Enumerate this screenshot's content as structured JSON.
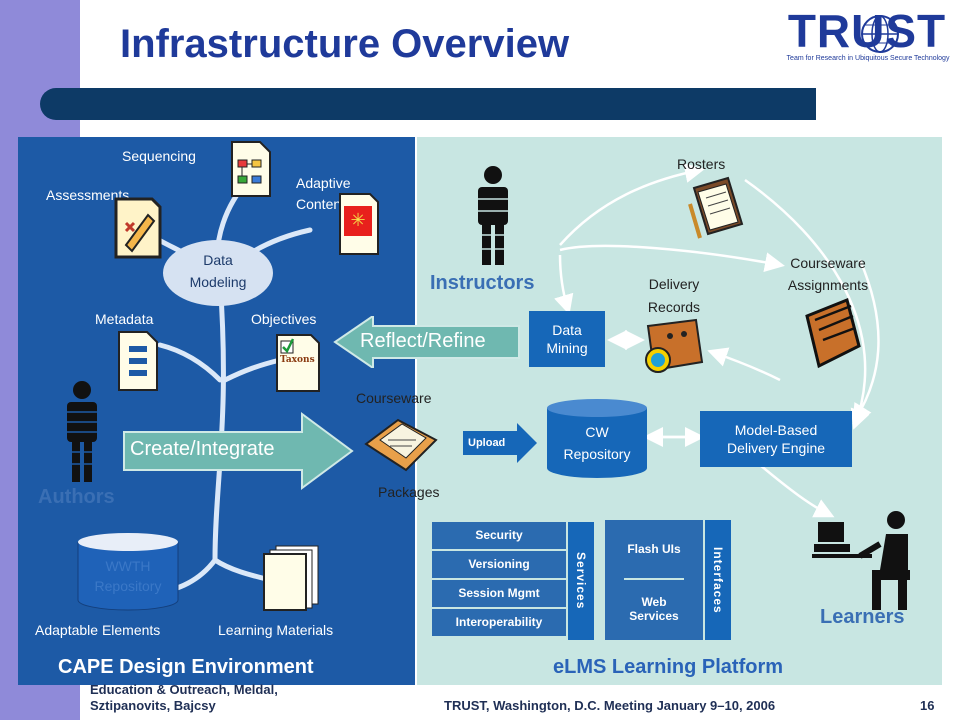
{
  "title": "Infrastructure Overview",
  "logo": {
    "word": "TRUST",
    "tagline": "Team for Research in Ubiquitous Secure Technology"
  },
  "left_panel": {
    "caption": "CAPE Design Environment",
    "sequencing": "Sequencing",
    "assessments": "Assessments",
    "adaptive_content_1": "Adaptive",
    "adaptive_content_2": "Content",
    "data_modeling_1": "Data",
    "data_modeling_2": "Modeling",
    "metadata": "Metadata",
    "objectives": "Objectives",
    "taxons": "Taxons",
    "authors": "Authors",
    "create_integrate": "Create/Integrate",
    "courseware": "Courseware",
    "packages": "Packages",
    "wwth_1": "WWTH",
    "wwth_2": "Repository",
    "adaptable_elements": "Adaptable Elements",
    "learning_materials": "Learning Materials"
  },
  "right_panel": {
    "caption": "eLMS Learning Platform",
    "instructors": "Instructors",
    "rosters": "Rosters",
    "delivery_records_1": "Delivery",
    "delivery_records_2": "Records",
    "courseware_assignments_1": "Courseware",
    "courseware_assignments_2": "Assignments",
    "reflect_refine": "Reflect/Refine",
    "data_mining_1": "Data",
    "data_mining_2": "Mining",
    "upload": "Upload",
    "cw_repository_1": "CW",
    "cw_repository_2": "Repository",
    "model_based_1": "Model-Based",
    "model_based_2": "Delivery Engine",
    "services": [
      "Security",
      "Versioning",
      "Session Mgmt",
      "Interoperability"
    ],
    "services_label": "Services",
    "interfaces": [
      "Flash UIs",
      "Web Services"
    ],
    "interfaces_label": "Interfaces",
    "learners": "Learners"
  },
  "footer": {
    "left_line1": "Education & Outreach, Meldal,",
    "left_line2": "Sztipanovits, Bajcsy",
    "center": "TRUST, Washington, D.C. Meeting January 9–10, 2006",
    "page": "16"
  },
  "colors": {
    "title": "#1f3a9a",
    "sidebar": "#8f8ad9",
    "bar": "#0d3a66",
    "left_panel": "#1d5aa6",
    "right_panel": "#c8e6e2",
    "box": "#1667b8",
    "caption_left": "#ffffff",
    "caption_right": "#2a63b8",
    "role_text": "#3a6fb4"
  }
}
